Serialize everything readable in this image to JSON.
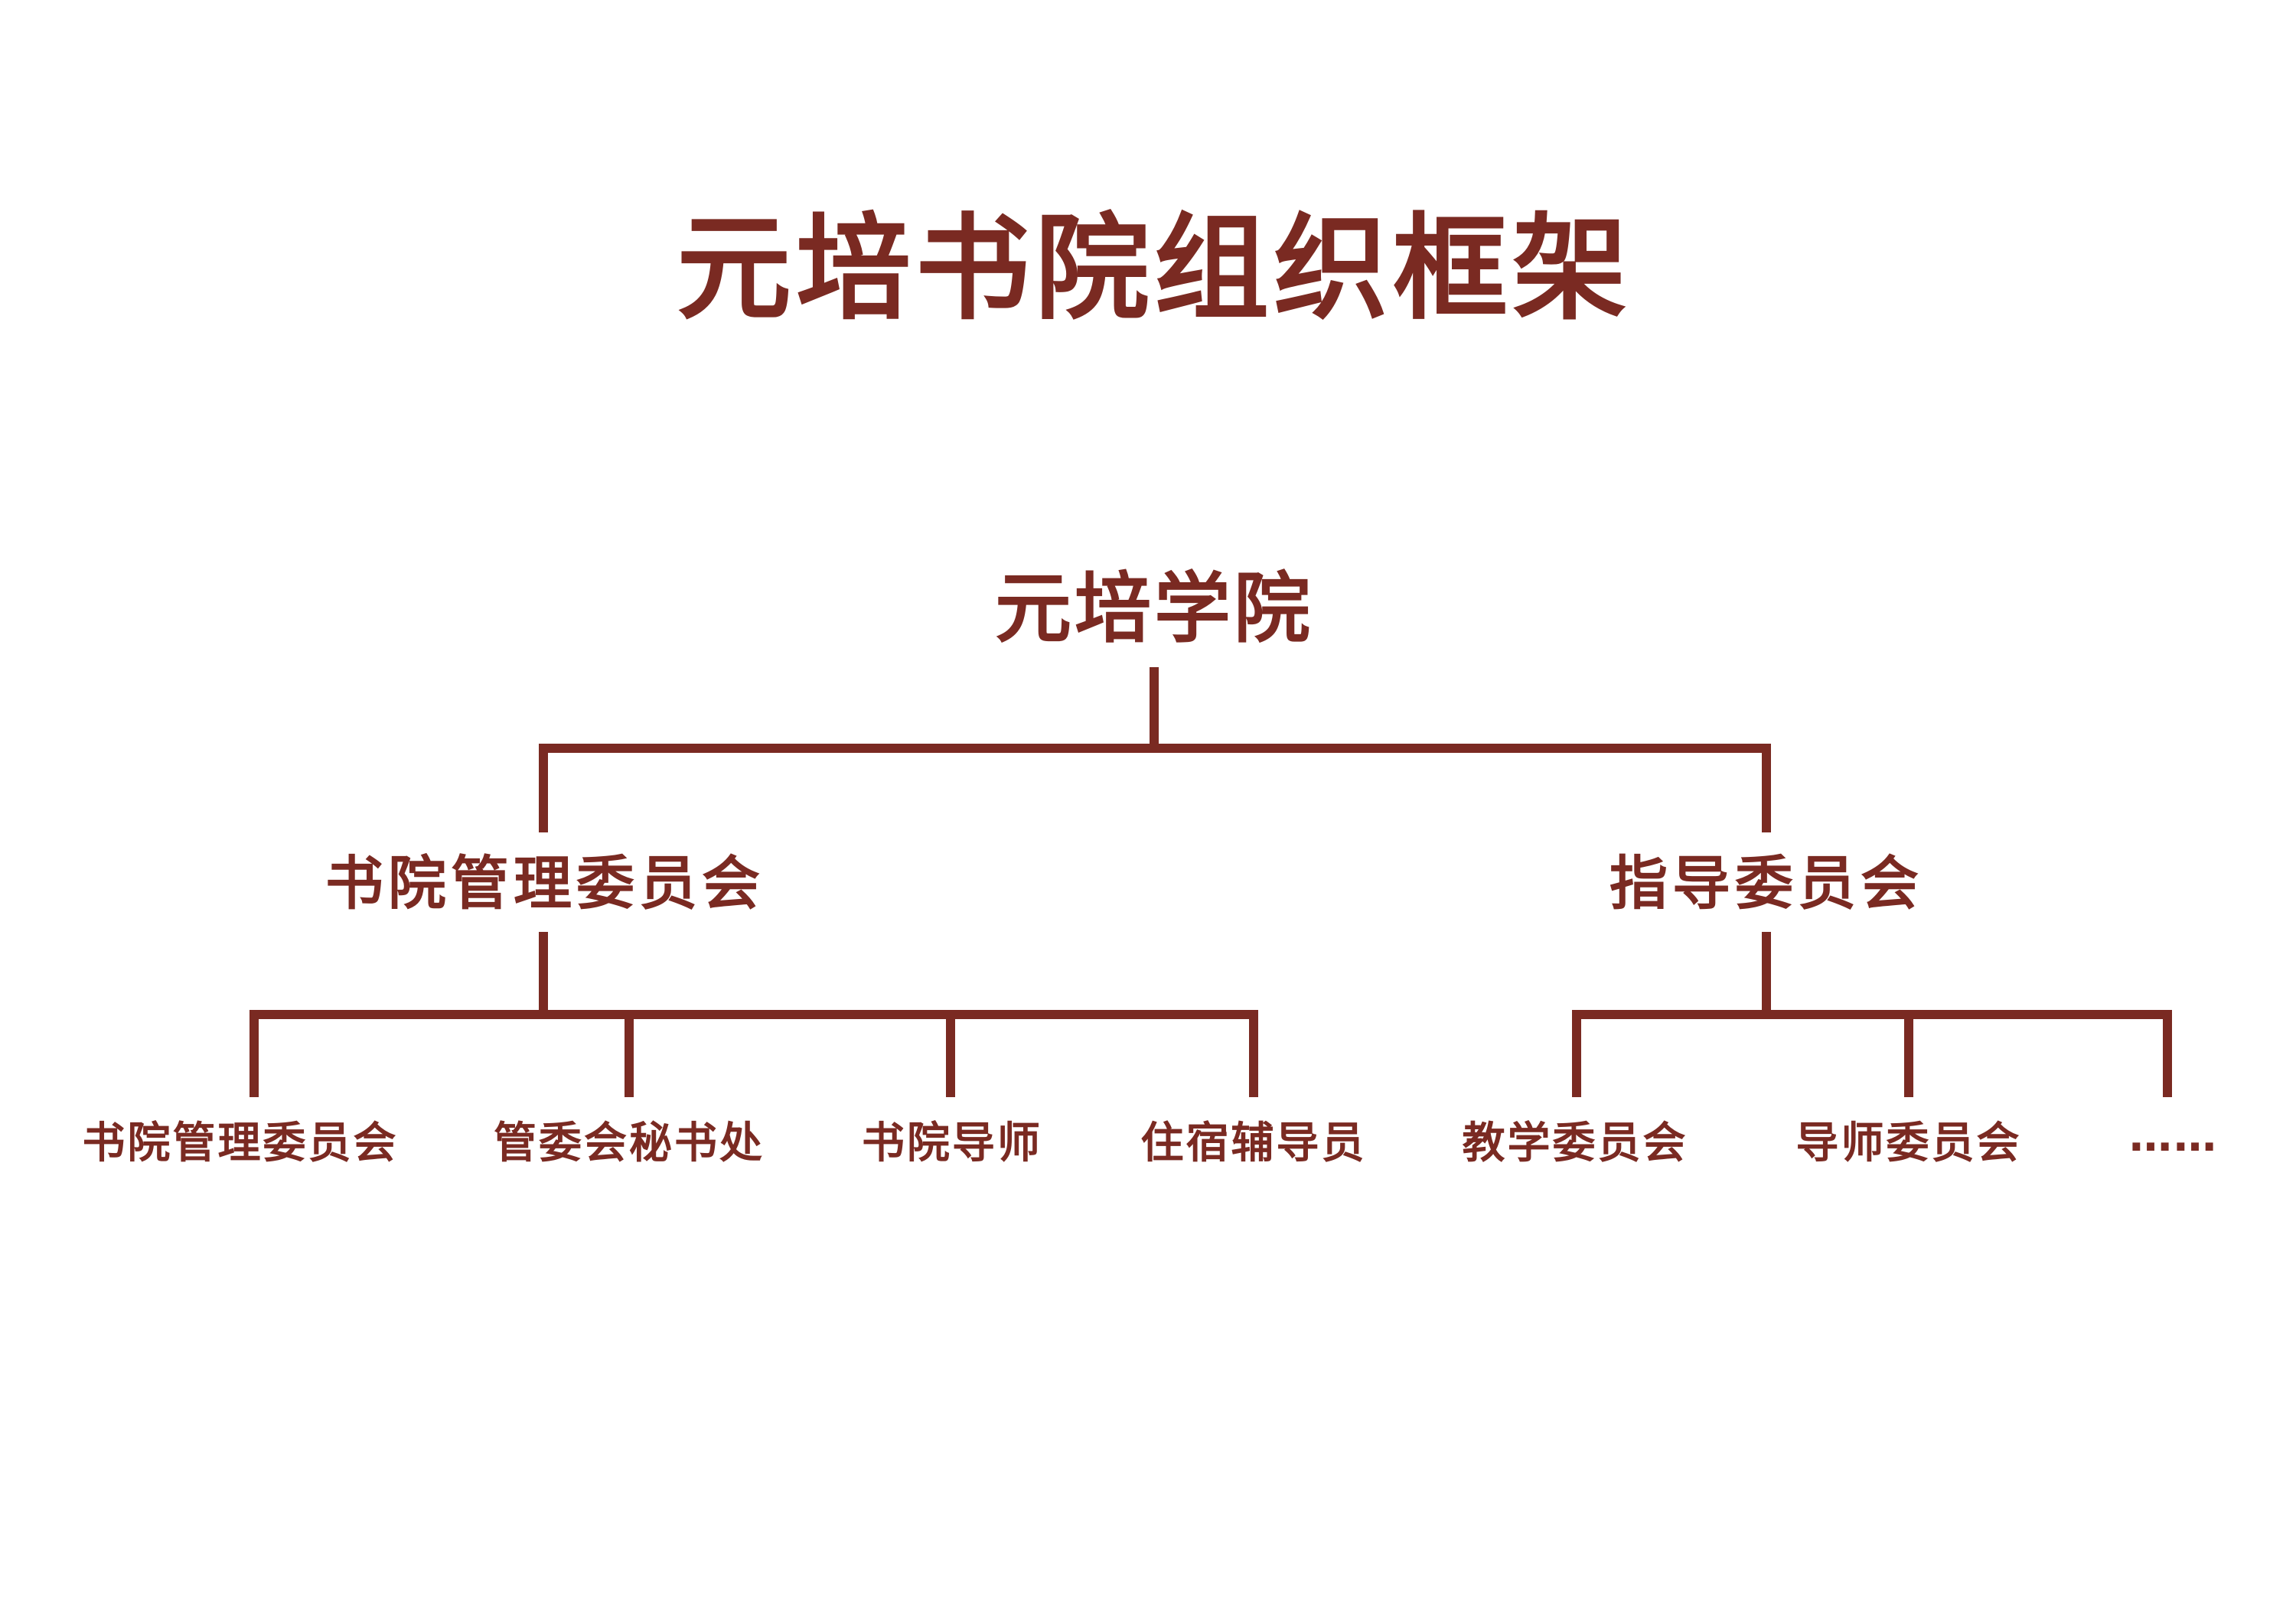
{
  "title": "元培书院组织框架",
  "colors": {
    "primary": "#7a2a22",
    "background": "#ffffff"
  },
  "org": {
    "root": {
      "label": "元培学院"
    },
    "branches": [
      {
        "label": "书院管理委员会",
        "children": [
          {
            "label": "书院管理委员会"
          },
          {
            "label": "管委会秘书处"
          },
          {
            "label": "书院导师"
          },
          {
            "label": "住宿辅导员"
          }
        ]
      },
      {
        "label": "指导委员会",
        "children": [
          {
            "label": "教学委员会"
          },
          {
            "label": "导师委员会"
          },
          {
            "label": "……"
          }
        ]
      }
    ]
  }
}
